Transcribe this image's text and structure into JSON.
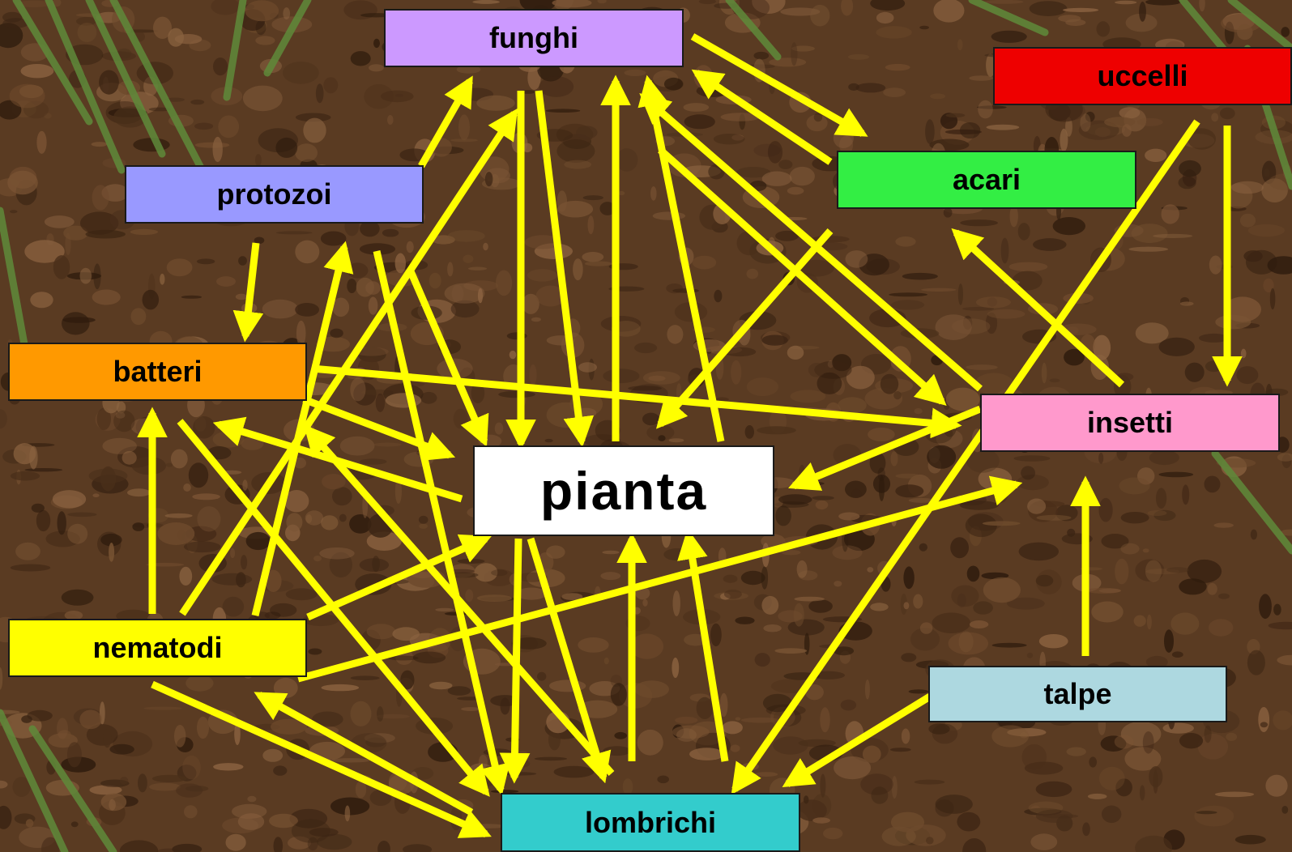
{
  "colors": {
    "arrow": "#ffff00",
    "soil": "#5a3b22",
    "funghi": "#cc99ff",
    "uccelli": "#ee0000",
    "acari": "#33ee44",
    "protozoi": "#9999ff",
    "batteri": "#ff9900",
    "insetti": "#ff99cc",
    "pianta": "#ffffff",
    "nematodi": "#ffff00",
    "talpe": "#add8e0",
    "lombrichi": "#33cccc"
  },
  "nodes": {
    "funghi": "funghi",
    "uccelli": "uccelli",
    "acari": "acari",
    "protozoi": "protozoi",
    "batteri": "batteri",
    "insetti": "insetti",
    "pianta": "pianta",
    "nematodi": "nematodi",
    "talpe": "talpe",
    "lombrichi": "lombrichi"
  }
}
